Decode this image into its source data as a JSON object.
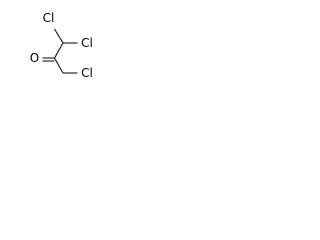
{
  "molecule": {
    "atom_labels": {
      "cl_top_left": "Cl",
      "cl_top_right": "Cl",
      "oxygen": "O",
      "cl_bottom": "Cl"
    },
    "colors": {
      "bond": "#000000",
      "text": "#000000",
      "background": "#ffffff"
    }
  }
}
